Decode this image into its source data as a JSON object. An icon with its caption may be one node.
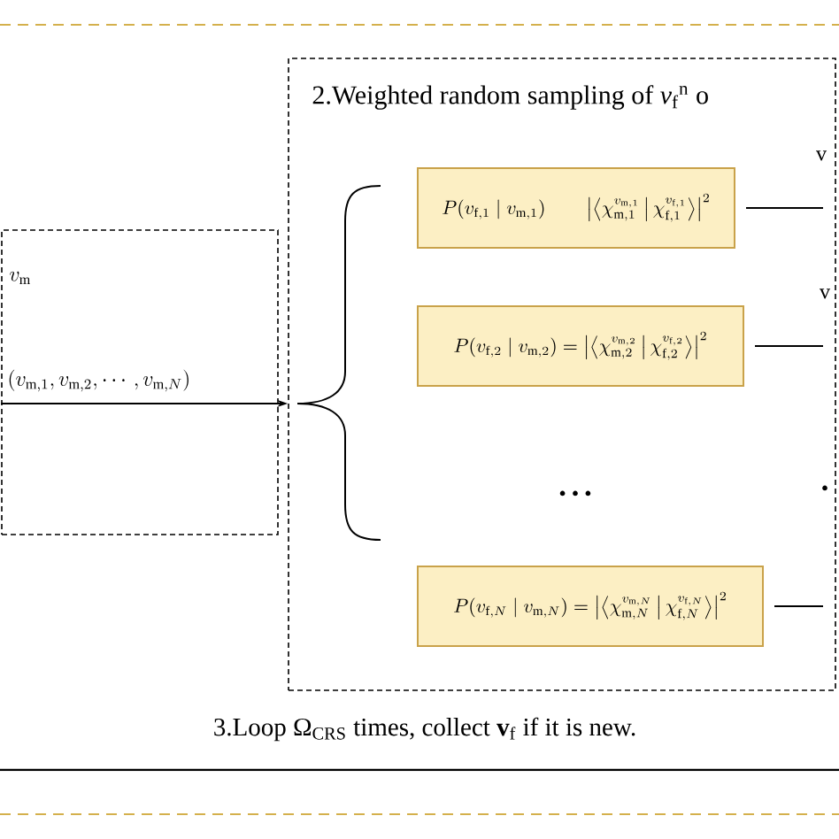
{
  "diagram": {
    "nodes": [
      {
        "text": [
          "v_\\mathrm{m}",
          "(v_{\\mathrm{m},1}, v_{\\mathrm{m},2}, \\cdots, v_{\\mathrm{m},N})"
        ]
      },
      {
        "text": [
          "2.Weighted random sampling of *v*$_{f}$$^{n}$ o"
        ]
      },
      {
        "text": [
          "P(v_{\\mathrm{f},1}\\mid v_{\\mathrm{m},1})\\qquad \\left|\\left\\langle \\chi_{\\mathrm{m},1}^{v_{\\mathrm{m},1}} \\,\\middle|\\, \\chi_{\\mathrm{f},1}^{v_{\\mathrm{f},1}} \\right\\rangle\\right|^2"
        ],
        "in": 1
      },
      {
        "text": [
          "P(v_{\\mathrm{f},2}\\mid v_{\\mathrm{m},2}) = \\left|\\left\\langle \\chi_{\\mathrm{m},2}^{v_{\\mathrm{m},2}} \\,\\middle|\\, \\chi_{\\mathrm{f},2}^{v_{\\mathrm{f},2}} \\right\\rangle\\right|^2"
        ],
        "in": 1
      },
      {
        "text": [
          "P(v_{\\mathrm{f},N}\\mid v_{\\mathrm{m},N}) = \\left|\\left\\langle \\chi_{\\mathrm{m},N}^{v_{\\mathrm{m},N}} \\,\\middle|\\, \\chi_{\\mathrm{f},N}^{v_{\\mathrm{f},N}} \\right\\rangle\\right|^2"
        ],
        "in": 1
      }
    ],
    "edges": [
      {
        "from": 0,
        "to": 1,
        "arrow": "to"
      },
      {
        "from": 2,
        "to": null,
        "arrow": "none"
      },
      {
        "from": 3,
        "to": null,
        "arrow": "none"
      },
      {
        "from": 4,
        "to": null,
        "arrow": "none"
      }
    ],
    "labels": [
      "v",
      "v",
      "• • •",
      "•",
      "3.Loop Ω$_{CRS}$ times, collect **v**$_{f}$ if it is new."
    ]
  }
}
